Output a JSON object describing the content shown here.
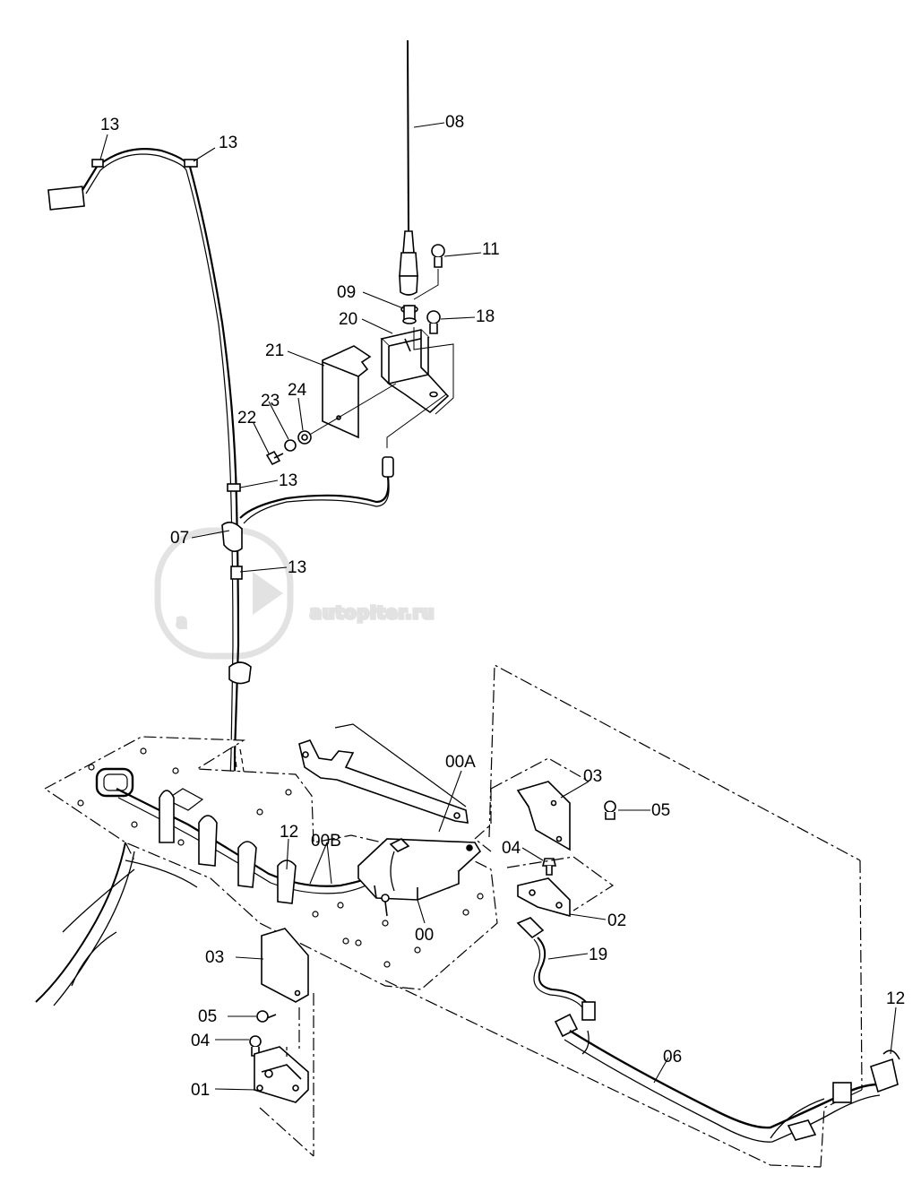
{
  "watermark": {
    "text": "autopiter.ru",
    "logo_glyph": "a"
  },
  "callouts": [
    {
      "id": "c13a",
      "text": "13"
    },
    {
      "id": "c13b",
      "text": "13"
    },
    {
      "id": "c08",
      "text": "08"
    },
    {
      "id": "c11",
      "text": "11"
    },
    {
      "id": "c09",
      "text": "09"
    },
    {
      "id": "c18",
      "text": "18"
    },
    {
      "id": "c20",
      "text": "20"
    },
    {
      "id": "c21",
      "text": "21"
    },
    {
      "id": "c23",
      "text": "23"
    },
    {
      "id": "c24",
      "text": "24"
    },
    {
      "id": "c22",
      "text": "22"
    },
    {
      "id": "c13c",
      "text": "13"
    },
    {
      "id": "c07",
      "text": "07"
    },
    {
      "id": "c13d",
      "text": "13"
    },
    {
      "id": "c00A",
      "text": "00A"
    },
    {
      "id": "c03a",
      "text": "03"
    },
    {
      "id": "c05a",
      "text": "05"
    },
    {
      "id": "c12a",
      "text": "12"
    },
    {
      "id": "c00B",
      "text": "00B"
    },
    {
      "id": "c04a",
      "text": "04"
    },
    {
      "id": "c02",
      "text": "02"
    },
    {
      "id": "c00",
      "text": "00"
    },
    {
      "id": "c19",
      "text": "19"
    },
    {
      "id": "c03b",
      "text": "03"
    },
    {
      "id": "c05b",
      "text": "05"
    },
    {
      "id": "c04b",
      "text": "04"
    },
    {
      "id": "c01",
      "text": "01"
    },
    {
      "id": "c06",
      "text": "06"
    },
    {
      "id": "c12b",
      "text": "12"
    }
  ]
}
